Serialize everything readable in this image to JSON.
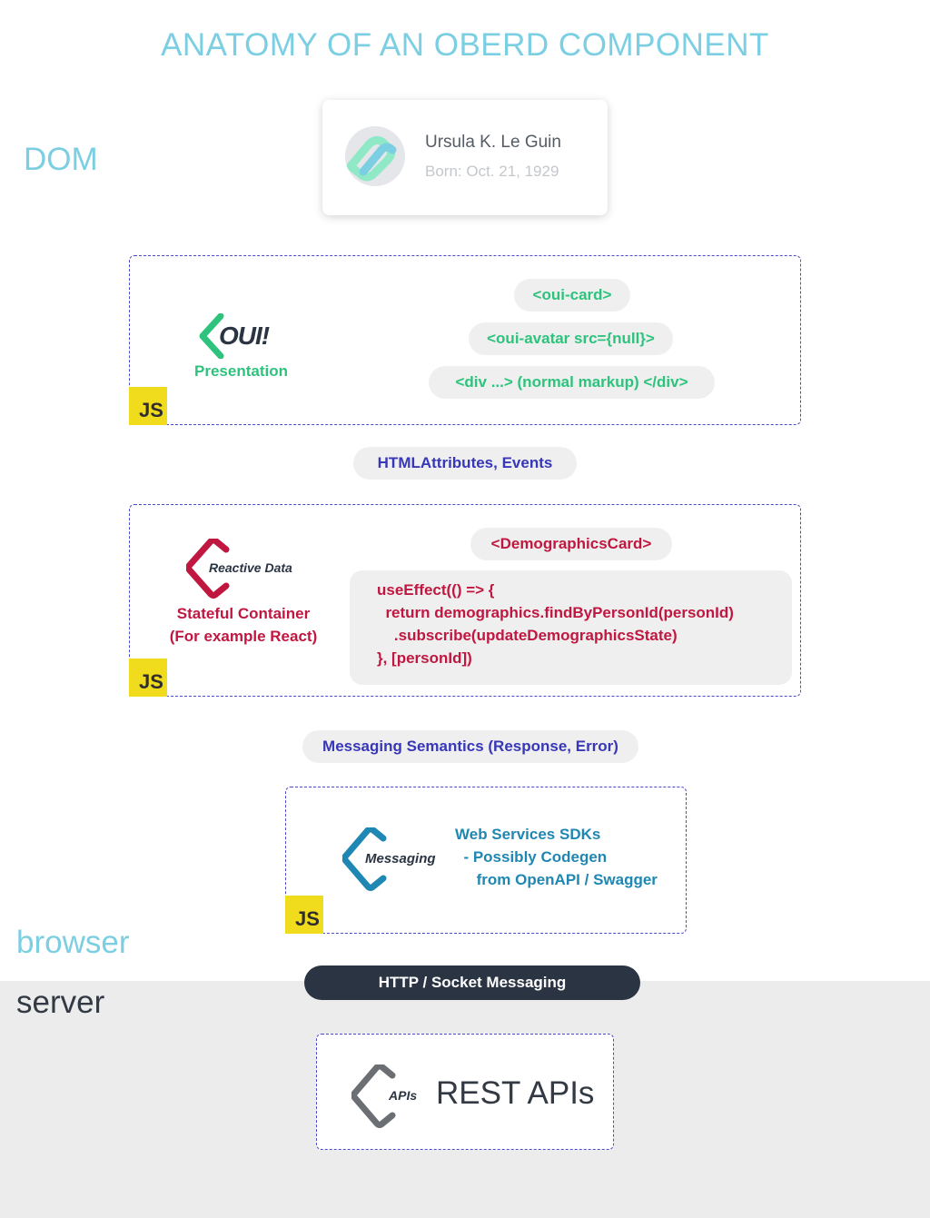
{
  "title": "ANATOMY OF AN OBERD COMPONENT",
  "labels": {
    "dom": "DOM",
    "browser": "browser",
    "server": "server"
  },
  "profile_card": {
    "name": "Ursula K. Le Guin",
    "born": "Born: Oct. 21, 1929"
  },
  "presentation": {
    "logo_text": "OUI!",
    "caption": "Presentation",
    "js_badge": "JS",
    "tags": [
      "<oui-card>",
      "<oui-avatar src={null}>",
      "<div ...> (normal markup) </div>"
    ]
  },
  "connector1": "HTMLAttributes, Events",
  "container": {
    "logo_text": "Reactive Data",
    "caption_line1": "Stateful Container",
    "caption_line2": "(For example React)",
    "js_badge": "JS",
    "component_tag": "<DemographicsCard>",
    "code_lines": [
      "useEffect(() => {",
      "  return demographics.findByPersonId(personId)",
      "    .subscribe(updateDemographicsState)",
      "}, [personId])"
    ]
  },
  "connector2": "Messaging Semantics (Response, Error)",
  "messaging": {
    "logo_text": "Messaging",
    "js_badge": "JS",
    "description_lines": [
      "Web Services SDKs",
      "  - Possibly Codegen",
      "     from OpenAPI / Swagger"
    ]
  },
  "transport": "HTTP / Socket Messaging",
  "rest": {
    "logo_text": "APIs",
    "label": "REST APIs"
  },
  "colors": {
    "title": "#7ccfe2",
    "green": "#2ec37d",
    "blue": "#3737b8",
    "red": "#c01740",
    "teal": "#1f87b3",
    "js_yellow": "#f0db1c",
    "dark_pill": "#2b3443",
    "server_bg": "#ececec"
  }
}
